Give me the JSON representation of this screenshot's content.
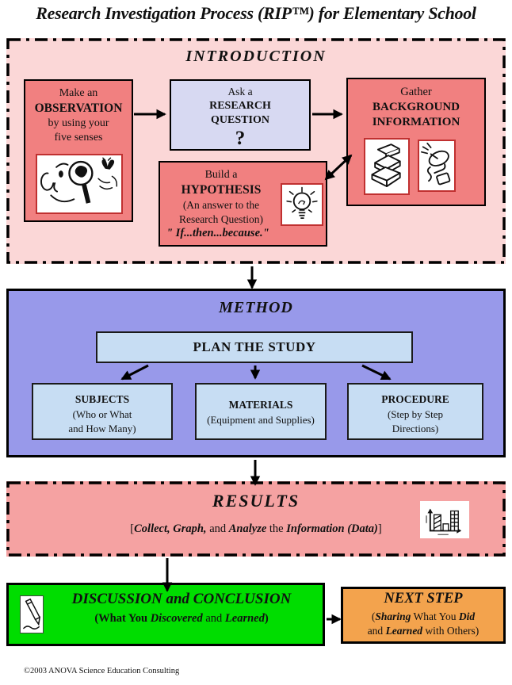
{
  "title": "Research Investigation Process (RIP™) for Elementary School",
  "copyright": "©2003 ANOVA Science Education Consulting",
  "colors": {
    "intro_bg": "#FBD7D7",
    "salmon_box": "#F18080",
    "lavender_box": "#D7D9F2",
    "method_bg": "#9899EA",
    "light_blue_box": "#C7DDF3",
    "results_bg": "#F5A2A2",
    "discussion_green": "#00DD00",
    "next_step_orange": "#F3A34D",
    "icon_frame_red": "#C03030"
  },
  "intro": {
    "heading": "INTRODUCTION",
    "observation": {
      "line1": "Make an",
      "line2": "OBSERVATION",
      "line3": "by using your",
      "line4": "five senses",
      "icon": "magnifier-face-icon"
    },
    "research_question": {
      "line1": "Ask a",
      "line2": "RESEARCH",
      "line3": "QUESTION",
      "question_mark": "?"
    },
    "background": {
      "line1": "Gather",
      "line2": "BACKGROUND",
      "line3": "INFORMATION",
      "icon_left": "books-icon",
      "icon_right": "computer-mouse-icon"
    },
    "hypothesis": {
      "line1": "Build a",
      "line2": "HYPOTHESIS",
      "line3": "(An answer to the",
      "line4": "Research Question)",
      "quote": "\" If...then...because.\"",
      "icon": "lightbulb-icon"
    }
  },
  "method": {
    "heading": "METHOD",
    "plan_label": "PLAN THE STUDY",
    "subjects": {
      "title": "SUBJECTS",
      "line1": "(Who or What",
      "line2": "and How Many)"
    },
    "materials": {
      "title": "MATERIALS",
      "line1": "(Equipment and Supplies)"
    },
    "procedure": {
      "title": "PROCEDURE",
      "line1": "(Step by Step",
      "line2": "Directions)"
    }
  },
  "results": {
    "heading": "RESULTS",
    "caption": {
      "open": "[",
      "bold1": "Collect, Graph,",
      "mid1": " and ",
      "bold2": "Analyze",
      "mid2": " the ",
      "bold3": "Information (Data)",
      "close": "]"
    },
    "icon": "bar-chart-icon"
  },
  "discussion": {
    "heading": "DISCUSSION and CONCLUSION",
    "caption": {
      "part1": "(What You ",
      "bold1": "Discovered",
      "mid": " and ",
      "bold2": "Learned",
      "close": ")"
    },
    "icon": "pencil-icon"
  },
  "next_step": {
    "heading": "NEXT STEP",
    "caption": {
      "open": "(",
      "bold1": "Sharing",
      "mid1": " What You ",
      "bold2": "Did",
      "line2_start": "and ",
      "bold3": "Learned",
      "line2_end": " with Others)"
    }
  }
}
